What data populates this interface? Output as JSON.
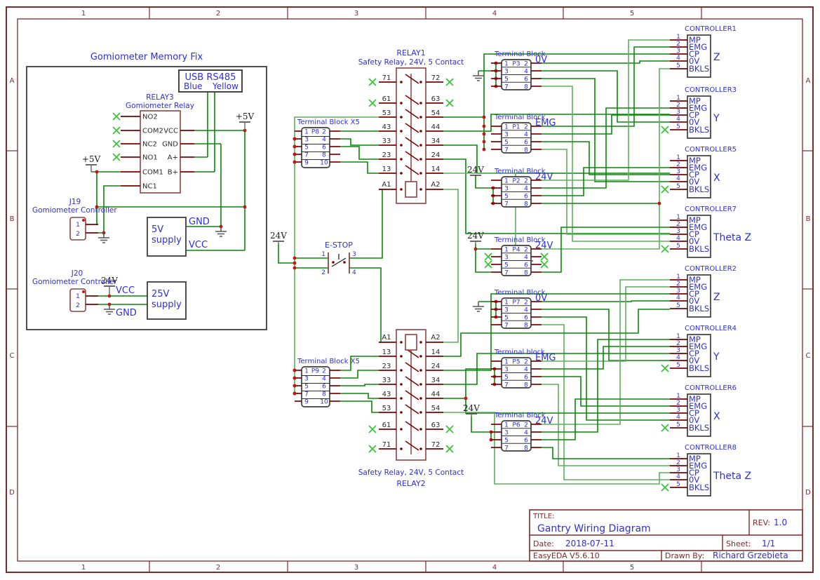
{
  "frame": {
    "columns": [
      "1",
      "2",
      "3",
      "4",
      "5"
    ],
    "rows": [
      "A",
      "B",
      "C",
      "D"
    ]
  },
  "title_block": {
    "title_label": "TITLE:",
    "title": "Gantry Wiring Diagram",
    "rev_label": "REV:",
    "rev": "1.0",
    "date_label": "Date:",
    "date": "2018-07-11",
    "sheet_label": "Sheet:",
    "sheet": "1/1",
    "software": "EasyEDA V5.6.10",
    "drawn_by_label": "Drawn By:",
    "drawn_by": "Richard Grzebieta"
  },
  "memory_fix": {
    "title": "Gomiometer Memory Fix",
    "usb_line1": "USB RS485",
    "usb_blue": "Blue",
    "usb_yellow": "Yellow",
    "relay3": {
      "ref": "RELAY3",
      "desc": "Gomiometer Relay",
      "left_pins": [
        "NO2",
        "COM2",
        "NC2",
        "NO1",
        "COM1",
        "NC1"
      ],
      "right_pins": [
        "VCC",
        "GND",
        "A+",
        "B+"
      ]
    },
    "j19": {
      "ref": "J19",
      "desc": "Gomiometer Controller",
      "pins": [
        "1",
        "2"
      ]
    },
    "j20": {
      "ref": "J20",
      "desc": "Gomiometer Controller",
      "pins": [
        "1",
        "2"
      ]
    },
    "supply_5v": {
      "line1": "5V",
      "line2": "supply",
      "gnd": "GND",
      "vcc": "VCC"
    },
    "supply_25v": {
      "line1": "25V",
      "line2": "supply",
      "vcc": "VCC",
      "gnd": "GND"
    }
  },
  "power_flags": {
    "plus5": "+5V",
    "v24": "24V"
  },
  "estop": {
    "ref": "E-STOP",
    "pins": [
      "1",
      "2",
      "3",
      "4"
    ]
  },
  "relay1": {
    "ref": "RELAY1",
    "desc": "Safety Relay, 24V, 5 Contact",
    "contacts": [
      [
        "71",
        "72"
      ],
      [
        "61",
        "63"
      ],
      [
        "53",
        "54"
      ],
      [
        "43",
        "44"
      ],
      [
        "33",
        "34"
      ],
      [
        "23",
        "24"
      ],
      [
        "13",
        "14"
      ]
    ],
    "coil": [
      "A1",
      "A2"
    ]
  },
  "relay2": {
    "ref": "RELAY2",
    "desc": "Safety Relay, 24V, 5 Contact",
    "contacts": [
      [
        "13",
        "14"
      ],
      [
        "23",
        "24"
      ],
      [
        "33",
        "34"
      ],
      [
        "43",
        "44"
      ],
      [
        "53",
        "54"
      ],
      [
        "61",
        "63"
      ],
      [
        "71",
        "72"
      ]
    ],
    "coil": [
      "A1",
      "A2"
    ]
  },
  "tb_x5": {
    "label": "Terminal Block X5",
    "p8": "P8",
    "p9": "P9",
    "pins": [
      [
        "1",
        "2"
      ],
      [
        "3",
        "4"
      ],
      [
        "5",
        "6"
      ],
      [
        "7",
        "8"
      ],
      [
        "9",
        "10"
      ]
    ]
  },
  "tb_pins": [
    [
      "1",
      "2"
    ],
    [
      "3",
      "4"
    ],
    [
      "5",
      "6"
    ],
    [
      "7",
      "8"
    ]
  ],
  "terminal_blocks": [
    {
      "label": "Terminal Block",
      "ref": "P3",
      "net": "0V"
    },
    {
      "label": "Terminal Block",
      "ref": "P1",
      "net": "EMG"
    },
    {
      "label": "Terminal Block",
      "ref": "P2",
      "net": "24V"
    },
    {
      "label": "Terminal Block",
      "ref": "P4",
      "net": "24V"
    },
    {
      "label": "Terminal Block",
      "ref": "P7",
      "net": "0V"
    },
    {
      "label": "Terminal block",
      "ref": "P5",
      "net": "EMG"
    },
    {
      "label": "Terminal Block",
      "ref": "P6",
      "net": "24V"
    }
  ],
  "controllers": [
    {
      "ref": "CONTROLLER1",
      "axis": "Z",
      "bkls_nc": false
    },
    {
      "ref": "CONTROLLER3",
      "axis": "Y",
      "bkls_nc": true
    },
    {
      "ref": "CONTROLLER5",
      "axis": "X",
      "bkls_nc": true
    },
    {
      "ref": "CONTROLLER7",
      "axis": "Theta Z",
      "bkls_nc": true
    },
    {
      "ref": "CONTROLLER2",
      "axis": "Z",
      "bkls_nc": false
    },
    {
      "ref": "CONTROLLER4",
      "axis": "Y",
      "bkls_nc": true
    },
    {
      "ref": "CONTROLLER6",
      "axis": "X",
      "bkls_nc": true
    },
    {
      "ref": "CONTROLLER8",
      "axis": "Theta Z",
      "bkls_nc": true
    }
  ],
  "controller_pin_numbers": [
    "1",
    "2",
    "3",
    "4",
    "5"
  ],
  "controller_pin_names": [
    "MP",
    "EMG",
    "CP",
    "0V",
    "BKLS"
  ],
  "colors": {
    "wire": "#0a870a",
    "wire_light": "#5fae5f",
    "component": "#8c4444",
    "pin": "#7a0000",
    "label_blue": "#2f2fd3",
    "frame": "#7c2a2a",
    "nc_mark": "#35c435",
    "junction": "#c41414",
    "text_dark": "#2a2a2a",
    "box_gray": "#3d3d3d",
    "ground": "#555555"
  }
}
